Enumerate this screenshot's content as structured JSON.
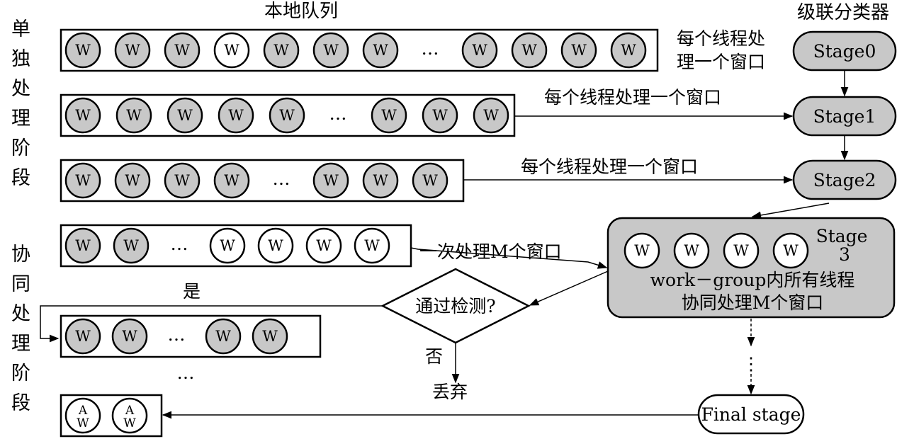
{
  "colors": {
    "node_gray": "#c8c8c8",
    "node_white": "#ffffff",
    "stroke": "#000000"
  },
  "labels": {
    "local_queue": "本地队列",
    "cascade_classifier": "级联分类器",
    "left_stage_1": "单独处理阶段",
    "left_stage_2": "协同处理阶段",
    "each_thread_window_line1": "每个线程处",
    "each_thread_window_line2": "理一个窗口",
    "each_thread_window": "每个线程处理一个窗口",
    "batch_m": "一次处理M个窗口",
    "check": "通过检测?",
    "yes": "是",
    "no": "否",
    "discard": "丢弃",
    "ellipsis": "…",
    "vdots": "⋮"
  },
  "stages": {
    "stage0": "Stage0",
    "stage1": "Stage1",
    "stage2": "Stage2",
    "stage3_line1": "Stage",
    "stage3_line2": "3",
    "stage3_desc_line1": "work－group内所有线程",
    "stage3_desc_line2": "协同处理M个窗口",
    "final": "Final stage"
  },
  "node_labels": {
    "w": "W",
    "a": "A"
  },
  "queues": [
    {
      "nodes": [
        "gray",
        "gray",
        "gray",
        "white",
        "gray",
        "gray",
        "gray",
        "ellipsis",
        "gray",
        "gray",
        "gray",
        "gray"
      ]
    },
    {
      "nodes": [
        "gray",
        "gray",
        "gray",
        "gray",
        "gray",
        "ellipsis",
        "gray",
        "gray",
        "gray"
      ]
    },
    {
      "nodes": [
        "gray",
        "gray",
        "gray",
        "gray",
        "ellipsis",
        "gray",
        "gray",
        "gray"
      ]
    },
    {
      "nodes": [
        "gray",
        "gray",
        "ellipsis",
        "white",
        "white",
        "white",
        "white"
      ]
    },
    {
      "nodes": [
        "gray",
        "gray",
        "ellipsis",
        "gray",
        "gray"
      ]
    },
    {
      "nodes": [
        "aw",
        "aw"
      ]
    }
  ],
  "stage3_nodes": [
    "white",
    "white",
    "white",
    "white"
  ]
}
